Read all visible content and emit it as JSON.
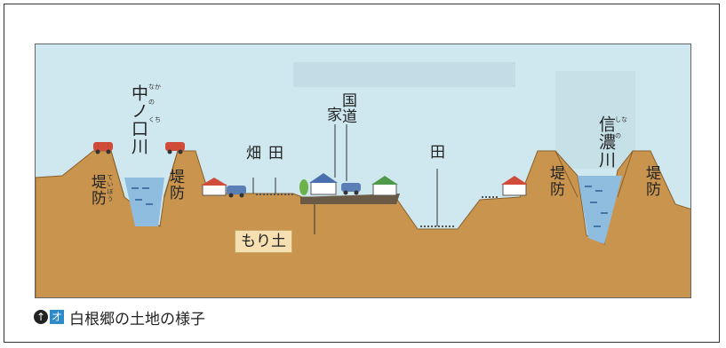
{
  "labels": {
    "nakanokuchi": "中ノ口川",
    "nakanokuchi_ruby": [
      "なか",
      "の",
      "くち"
    ],
    "shinano": "信濃川",
    "shinano_ruby": [
      "しな",
      "の"
    ],
    "teibo": "堤防",
    "teibo_ruby": "ていぼう",
    "hatake": "畑",
    "ta": "田",
    "ie": "家",
    "kokudo": "国道",
    "moritsuchi": "もり土"
  },
  "caption": {
    "icon1": "↑",
    "icon2": "オ",
    "text": "白根郷の土地の様子"
  },
  "colors": {
    "sky": "#cfe8ef",
    "ground": "#c9954e",
    "ground_dark": "#9c6b2f",
    "water": "#8fbde0",
    "fill_earth": "#6b5a45",
    "label_bg": "#f6dfb1"
  }
}
